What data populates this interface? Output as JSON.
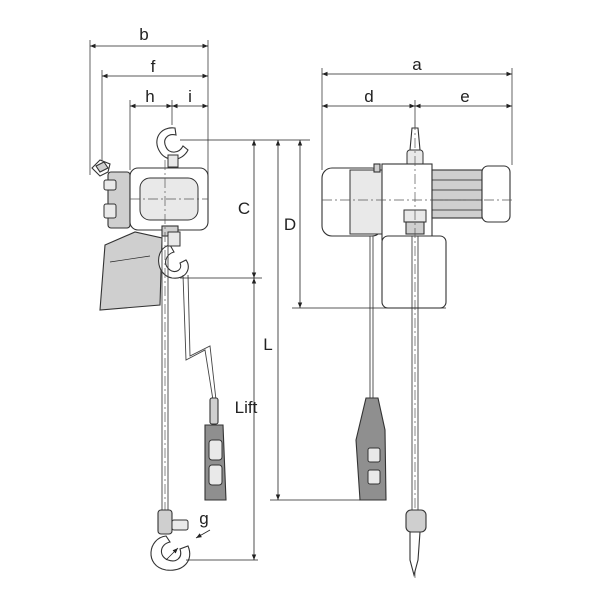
{
  "labels": {
    "a": "a",
    "b": "b",
    "c": "C",
    "d": "d",
    "D": "D",
    "e": "e",
    "f": "f",
    "g": "g",
    "h": "h",
    "i": "i",
    "L": "L",
    "lift": "Lift"
  }
}
